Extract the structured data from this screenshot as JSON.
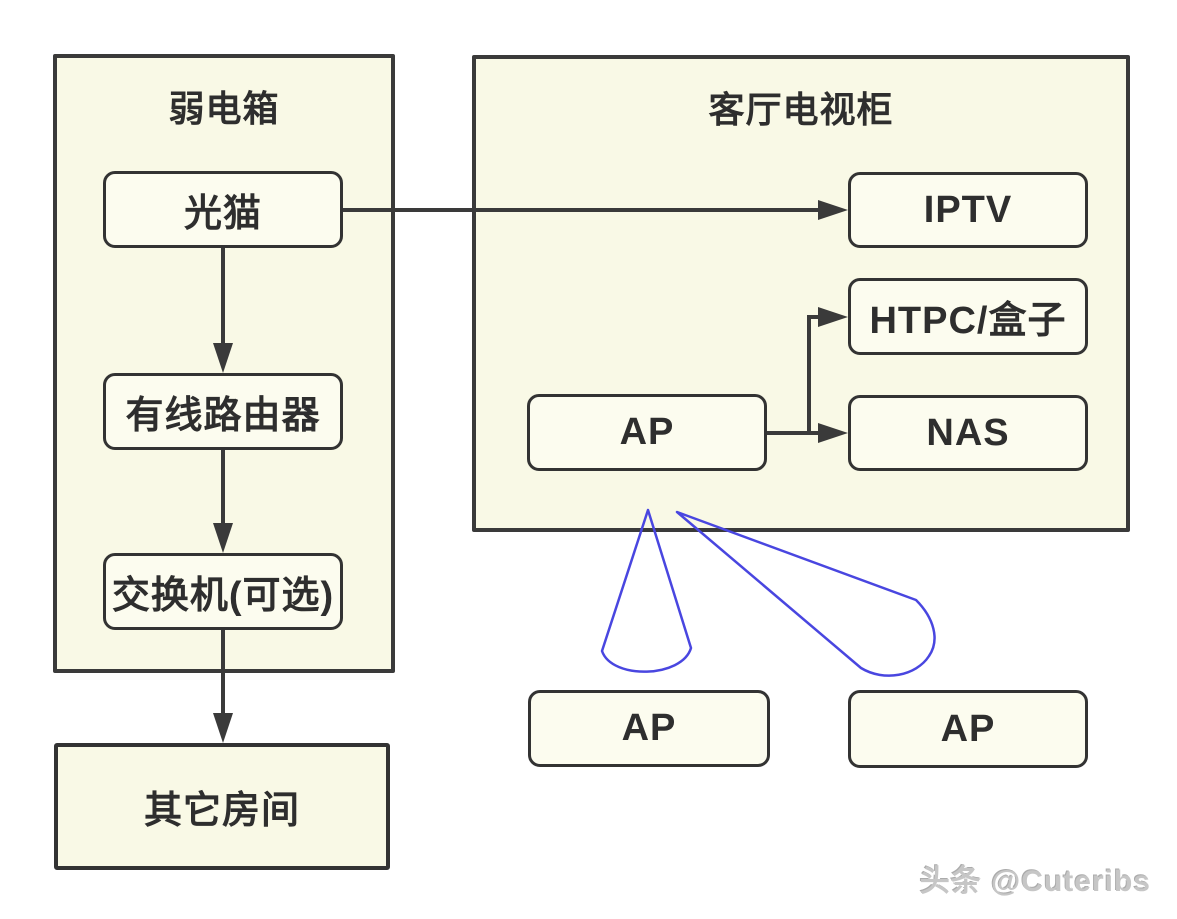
{
  "diagram": {
    "left_container": {
      "title": "弱电箱"
    },
    "right_container": {
      "title": "客厅电视柜"
    },
    "nodes": {
      "modem": {
        "label": "光猫"
      },
      "router": {
        "label": "有线路由器"
      },
      "switch": {
        "label": "交换机(可选)"
      },
      "other_rooms": {
        "label": "其它房间"
      },
      "iptv": {
        "label": "IPTV"
      },
      "htpc": {
        "label": "HTPC/盒子"
      },
      "ap_main": {
        "label": "AP"
      },
      "nas": {
        "label": "NAS"
      },
      "ap_left": {
        "label": "AP"
      },
      "ap_right": {
        "label": "AP"
      }
    },
    "connections": [
      {
        "from": "modem",
        "to": "router",
        "type": "arrow"
      },
      {
        "from": "router",
        "to": "switch",
        "type": "arrow"
      },
      {
        "from": "switch",
        "to": "other_rooms",
        "type": "arrow"
      },
      {
        "from": "modem",
        "to": "iptv",
        "type": "arrow"
      },
      {
        "from": "ap_main",
        "to": "htpc",
        "type": "arrow"
      },
      {
        "from": "ap_main",
        "to": "nas",
        "type": "arrow"
      },
      {
        "from": "ap_main",
        "to": "ap_left",
        "type": "wifi-cone"
      },
      {
        "from": "ap_main",
        "to": "ap_right",
        "type": "wifi-cone"
      }
    ],
    "colors": {
      "line": "#3a3a3a",
      "wifi_cone": "#4946e0",
      "container_fill": "#f9f9e6",
      "node_fill": "#fcfcef",
      "text": "#2e2e2e",
      "watermark": "#c6c6c6"
    },
    "watermark": "头条 @Cuteribs"
  }
}
